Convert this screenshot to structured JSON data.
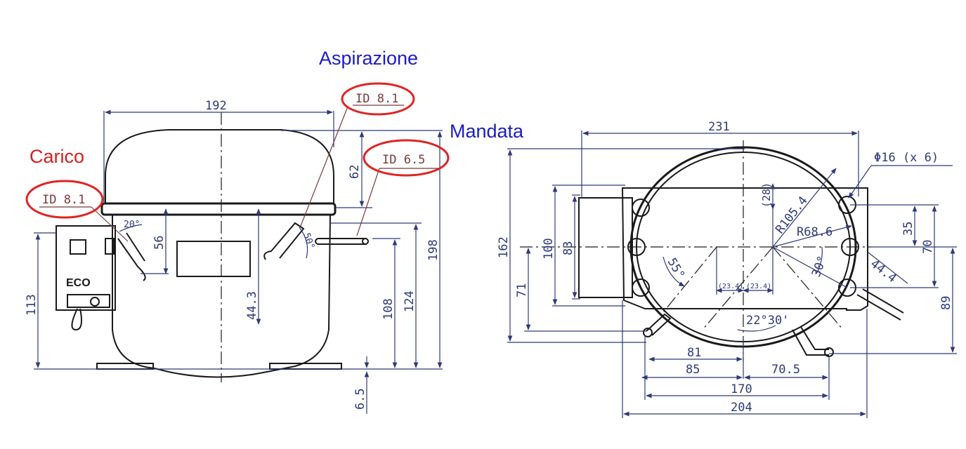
{
  "labels": {
    "aspirazione": "Aspirazione",
    "mandata": "Mandata",
    "carico": "Carico"
  },
  "connections": {
    "aspirazione_id": "ID 8.1",
    "mandata_id": "ID 6.5",
    "carico_id": "ID 8.1"
  },
  "side_view": {
    "width_top": "192",
    "dome_height": "62",
    "total_height": "198",
    "d56": "56",
    "d20": "20°",
    "d50": "50°",
    "d44_3": "44.3",
    "d108": "108",
    "d124": "124",
    "d113": "113",
    "d6_5": "6.5",
    "eco_mark": "ECO"
  },
  "top_view": {
    "width": "231",
    "h162": "162",
    "h100": "100",
    "h83": "83",
    "h71": "71",
    "d35": "35",
    "d70": "70",
    "d89": "89",
    "hole": "Φ16 (x 6)",
    "r105": "R105.4",
    "r68": "R68.6",
    "d28": "(28)",
    "a55": "55°",
    "a30": "30°",
    "d44_4": "44.4",
    "d23a": "(23.4)",
    "d23b": "(23.4)",
    "a22": "22°30'",
    "w81": "81",
    "w85": "85",
    "w70_5": "70.5",
    "w170": "170",
    "w204": "204"
  }
}
